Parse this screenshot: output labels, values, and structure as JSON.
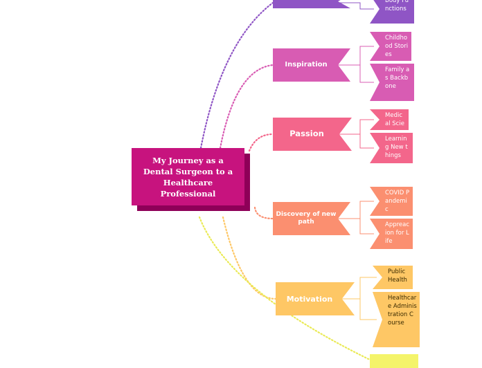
{
  "root": {
    "label": "My Journey as a Dental Surgeon to a Healthcare Professional",
    "color": "#c7137e"
  },
  "branches": [
    {
      "label": "",
      "color": "#8f55c5",
      "line": "#8f55c5",
      "leaves": [
        {
          "label": "Body Functions",
          "color": "#8f55c5",
          "text": "#ffffff"
        }
      ]
    },
    {
      "label": "Inspiration",
      "color": "#d85cb3",
      "line": "#d85cb3",
      "leaves": [
        {
          "label": "Childhood Stories",
          "color": "#d85cb3",
          "text": "#ffffff"
        },
        {
          "label": "Family as Backbone",
          "color": "#d85cb3",
          "text": "#ffffff"
        }
      ]
    },
    {
      "label": "Passion",
      "color": "#f3668b",
      "line": "#f3668b",
      "leaves": [
        {
          "label": "Medical Science",
          "color": "#f3668b",
          "text": "#ffffff"
        },
        {
          "label": "Learning New things",
          "color": "#f3668b",
          "text": "#ffffff"
        }
      ]
    },
    {
      "label": "Discovery of new path",
      "color": "#fb8f70",
      "line": "#fb8f70",
      "leaves": [
        {
          "label": "COVID Pandemic",
          "color": "#fb8f70",
          "text": "#ffffff"
        },
        {
          "label": "Appreacion for Life",
          "color": "#fb8f70",
          "text": "#ffffff"
        }
      ]
    },
    {
      "label": "Motivation",
      "color": "#fec765",
      "line": "#fec765",
      "leaves": [
        {
          "label": "Public Health",
          "color": "#fec765",
          "text": "#3a2a00"
        },
        {
          "label": "Healthcare Administration Course",
          "color": "#fec765",
          "text": "#3a2a00"
        }
      ]
    },
    {
      "label": "",
      "color": "#f4f46a",
      "line": "#eaea55",
      "leaves": []
    }
  ]
}
